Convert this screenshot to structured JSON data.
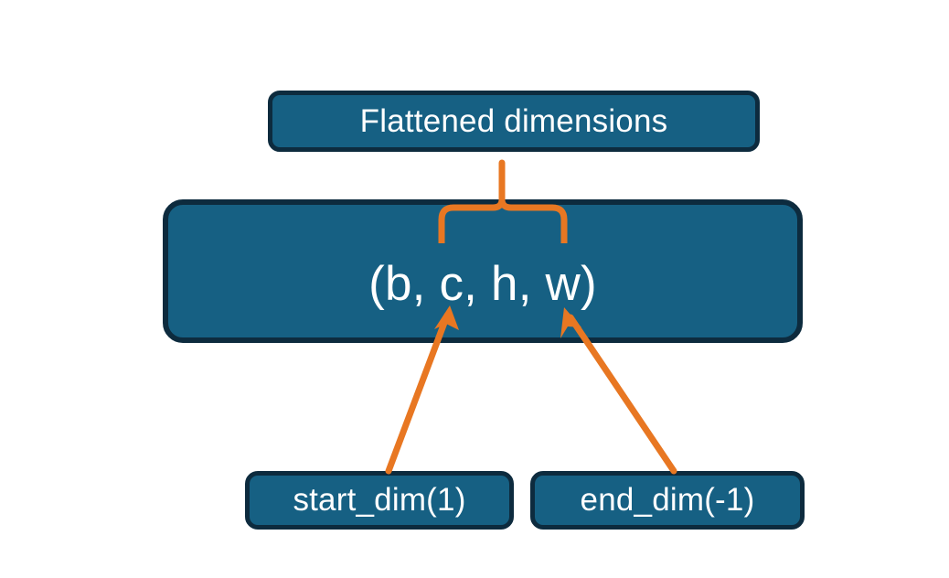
{
  "diagram": {
    "title_node": {
      "label": "Flattened dimensions",
      "name": "flattened-dimensions-box"
    },
    "shape_node": {
      "label": "(b, c, h, w)",
      "name": "tensor-shape-box"
    },
    "start_node": {
      "label": "start_dim(1)",
      "name": "start-dim-box"
    },
    "end_node": {
      "label": "end_dim(-1)",
      "name": "end-dim-box"
    },
    "connectors": {
      "brace": "curly-brace-connector",
      "start_arrow": "start-dim-arrow",
      "end_arrow": "end-dim-arrow"
    },
    "colors": {
      "node_fill": "#166083",
      "node_border": "#0d2b3e",
      "node_text": "#ffffff",
      "accent": "#E87722",
      "background": "#ffffff"
    }
  }
}
